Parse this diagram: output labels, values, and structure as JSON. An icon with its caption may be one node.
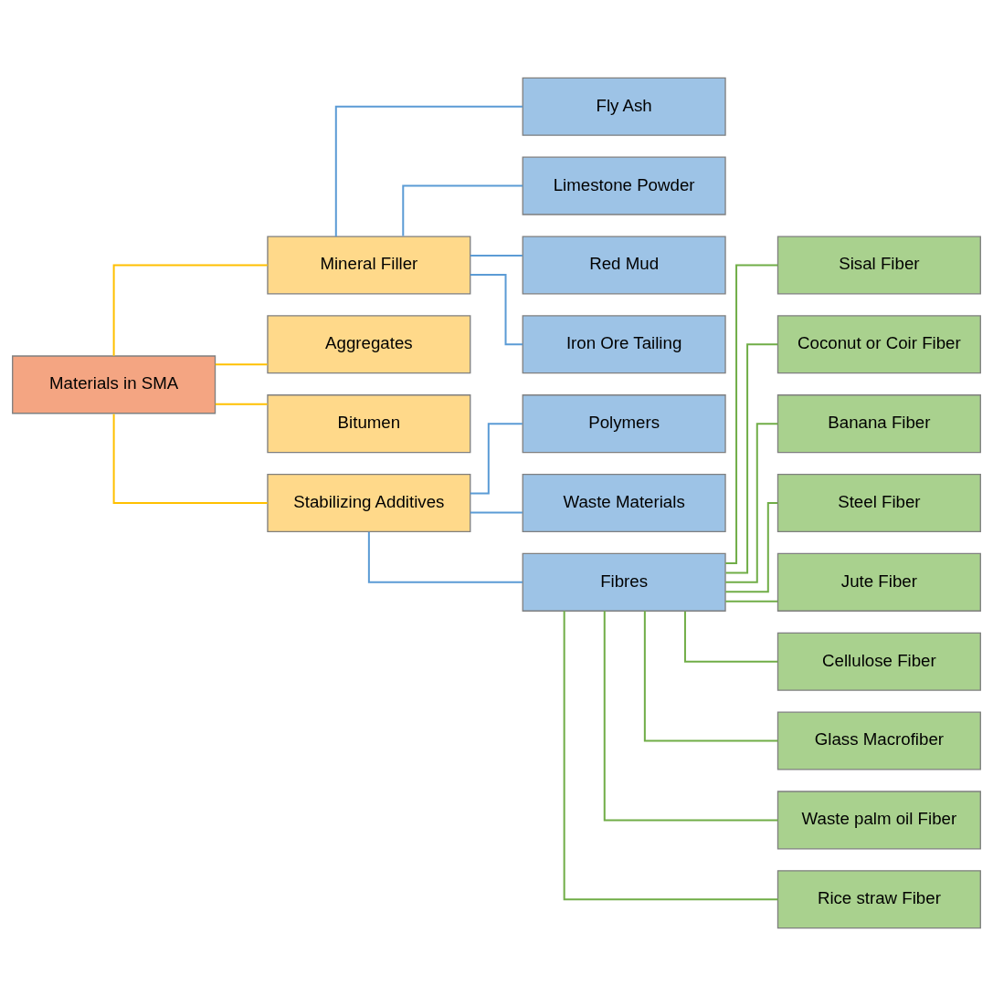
{
  "diagram": {
    "nodes": [
      {
        "text": [
          "Materials in SMA"
        ]
      },
      {
        "text": [
          "Mineral Filler"
        ]
      },
      {
        "text": [
          "Aggregates"
        ]
      },
      {
        "text": [
          "Bitumen"
        ]
      },
      {
        "text": [
          "Stabilizing Additives"
        ]
      },
      {
        "text": [
          "Fly Ash"
        ]
      },
      {
        "text": [
          "Limestone Powder"
        ]
      },
      {
        "text": [
          "Red Mud"
        ]
      },
      {
        "text": [
          "Iron Ore Tailing"
        ]
      },
      {
        "text": [
          "Polymers"
        ]
      },
      {
        "text": [
          "Waste Materials"
        ]
      },
      {
        "text": [
          "Fibres"
        ]
      },
      {
        "text": [
          "Sisal Fiber"
        ]
      },
      {
        "text": [
          "Coconut or Coir Fiber"
        ]
      },
      {
        "text": [
          "Banana Fiber"
        ]
      },
      {
        "text": [
          "Steel Fiber"
        ]
      },
      {
        "text": [
          "Jute Fiber"
        ]
      },
      {
        "text": [
          "Cellulose Fiber"
        ]
      },
      {
        "text": [
          "Glass Macrofiber"
        ]
      },
      {
        "text": [
          "Waste palm oil Fiber"
        ]
      },
      {
        "text": [
          "Rice straw Fiber"
        ]
      }
    ],
    "edges": [
      {
        "from": 0,
        "to": 1,
        "arrow": "none",
        "color": "#ffc000"
      },
      {
        "from": 0,
        "to": 2,
        "arrow": "none",
        "color": "#ffc000"
      },
      {
        "from": 0,
        "to": 3,
        "arrow": "none",
        "color": "#ffc000"
      },
      {
        "from": 0,
        "to": 4,
        "arrow": "none",
        "color": "#ffc000"
      },
      {
        "from": 1,
        "to": 5,
        "arrow": "none",
        "color": "#5b9bd5"
      },
      {
        "from": 1,
        "to": 6,
        "arrow": "none",
        "color": "#5b9bd5"
      },
      {
        "from": 1,
        "to": 7,
        "arrow": "none",
        "color": "#5b9bd5"
      },
      {
        "from": 1,
        "to": 8,
        "arrow": "none",
        "color": "#5b9bd5"
      },
      {
        "from": 4,
        "to": 9,
        "arrow": "none",
        "color": "#5b9bd5"
      },
      {
        "from": 4,
        "to": 10,
        "arrow": "none",
        "color": "#5b9bd5"
      },
      {
        "from": 4,
        "to": 11,
        "arrow": "none",
        "color": "#5b9bd5"
      },
      {
        "from": 11,
        "to": 12,
        "arrow": "none"
      },
      {
        "from": 11,
        "to": 13,
        "arrow": "none"
      },
      {
        "from": 11,
        "to": 14,
        "arrow": "none"
      },
      {
        "from": 11,
        "to": 15,
        "arrow": "none"
      },
      {
        "from": 11,
        "to": 16,
        "arrow": "none"
      },
      {
        "from": 11,
        "to": 17,
        "arrow": "none"
      },
      {
        "from": 11,
        "to": 18,
        "arrow": "none"
      },
      {
        "from": 11,
        "to": 19,
        "arrow": "none"
      },
      {
        "from": 11,
        "to": 20,
        "arrow": "none"
      }
    ]
  }
}
